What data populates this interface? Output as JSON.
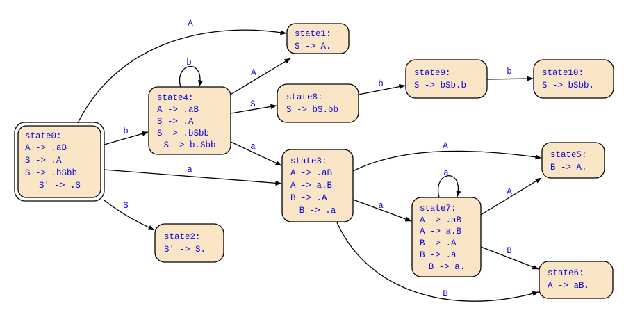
{
  "colors": {
    "node_fill": "#fae5c6",
    "text": "#0a0adc",
    "stroke": "#000000"
  },
  "states": {
    "state0": {
      "title": "state0:",
      "lines": [
        "A -> .aB",
        "S -> .A",
        "S -> .bSbb",
        "S' -> .S"
      ]
    },
    "state1": {
      "title": "state1:",
      "lines": [
        "S -> A."
      ]
    },
    "state2": {
      "title": "state2:",
      "lines": [
        "S' -> S."
      ]
    },
    "state3": {
      "title": "state3:",
      "lines": [
        "A -> .aB",
        "A -> a.B",
        "B -> .A",
        "B -> .a"
      ]
    },
    "state4": {
      "title": "state4:",
      "lines": [
        "A -> .aB",
        "S -> .A",
        "S -> .bSbb",
        "S -> b.Sbb"
      ]
    },
    "state5": {
      "title": "state5:",
      "lines": [
        "B -> A."
      ]
    },
    "state6": {
      "title": "state6:",
      "lines": [
        "A -> aB."
      ]
    },
    "state7": {
      "title": "state7:",
      "lines": [
        "A -> .aB",
        "A -> a.B",
        "B -> .A",
        "B -> .a",
        "B -> a."
      ]
    },
    "state8": {
      "title": "state8:",
      "lines": [
        "S -> bS.bb"
      ]
    },
    "state9": {
      "title": "state9:",
      "lines": [
        "S -> bSb.b"
      ]
    },
    "state10": {
      "title": "state10:",
      "lines": [
        "S -> bSbb."
      ]
    }
  },
  "transitions": [
    {
      "from": "state0",
      "to": "state1",
      "label": "A"
    },
    {
      "from": "state0",
      "to": "state4",
      "label": "b"
    },
    {
      "from": "state0",
      "to": "state3",
      "label": "a"
    },
    {
      "from": "state0",
      "to": "state2",
      "label": "S"
    },
    {
      "from": "state4",
      "to": "state4",
      "label": "b"
    },
    {
      "from": "state4",
      "to": "state1",
      "label": "A"
    },
    {
      "from": "state4",
      "to": "state8",
      "label": "S"
    },
    {
      "from": "state4",
      "to": "state3",
      "label": "a"
    },
    {
      "from": "state8",
      "to": "state9",
      "label": "b"
    },
    {
      "from": "state9",
      "to": "state10",
      "label": "b"
    },
    {
      "from": "state3",
      "to": "state5",
      "label": "A"
    },
    {
      "from": "state3",
      "to": "state7",
      "label": "a"
    },
    {
      "from": "state3",
      "to": "state6",
      "label": "B"
    },
    {
      "from": "state7",
      "to": "state7",
      "label": "a"
    },
    {
      "from": "state7",
      "to": "state5",
      "label": "A"
    },
    {
      "from": "state7",
      "to": "state6",
      "label": "B"
    }
  ]
}
